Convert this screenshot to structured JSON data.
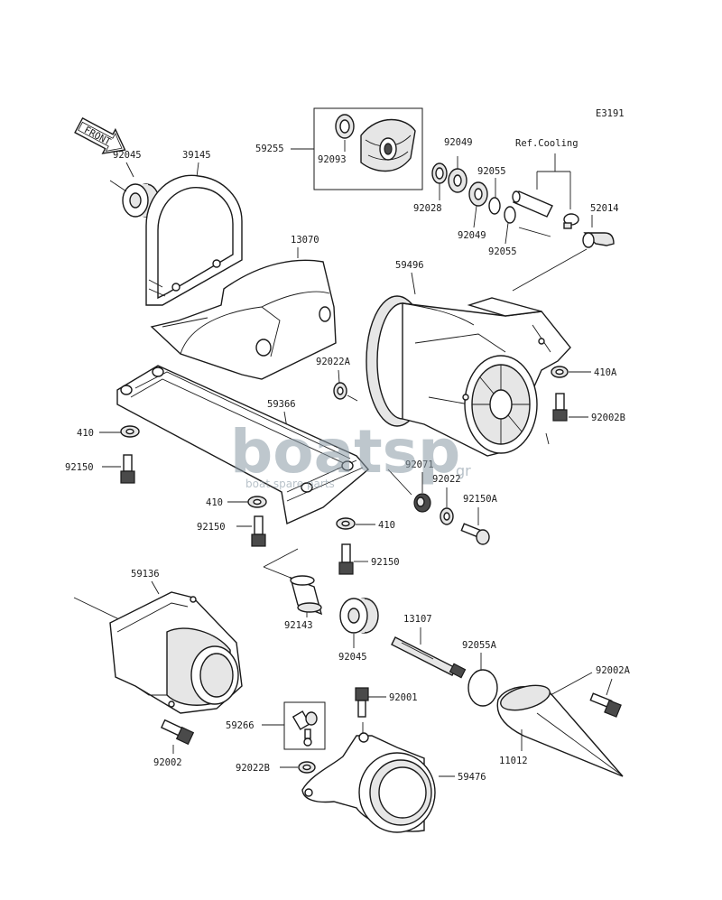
{
  "diagram_code": "E3191",
  "front_arrow": "FRONT",
  "ref_cooling": "Ref.Cooling",
  "watermark": {
    "main": "boatsp",
    "suffix": "gr",
    "sub": "boat spare parts"
  },
  "labels": {
    "p59255": "59255",
    "p92093": "92093",
    "p92049a": "92049",
    "p92055a": "92055",
    "p92028": "92028",
    "p92049b": "92049",
    "p92055b": "92055",
    "p52014": "52014",
    "p92045a": "92045",
    "p39145": "39145",
    "p13070": "13070",
    "p59496": "59496",
    "p92022A": "92022A",
    "p410A": "410A",
    "p92002B": "92002B",
    "p59366": "59366",
    "p410a": "410",
    "p92150a": "92150",
    "p410b": "410",
    "p92150b": "92150",
    "p410c": "410",
    "p92071": "92071",
    "p92022": "92022",
    "p92150A": "92150A",
    "p92150c": "92150",
    "p59136": "59136",
    "p92143": "92143",
    "p92045b": "92045",
    "p13107": "13107",
    "p92055A": "92055A",
    "p92002A": "92002A",
    "p92001": "92001",
    "p59266": "59266",
    "p92022B": "92022B",
    "p59476": "59476",
    "p92002": "92002",
    "p11012": "11012"
  }
}
